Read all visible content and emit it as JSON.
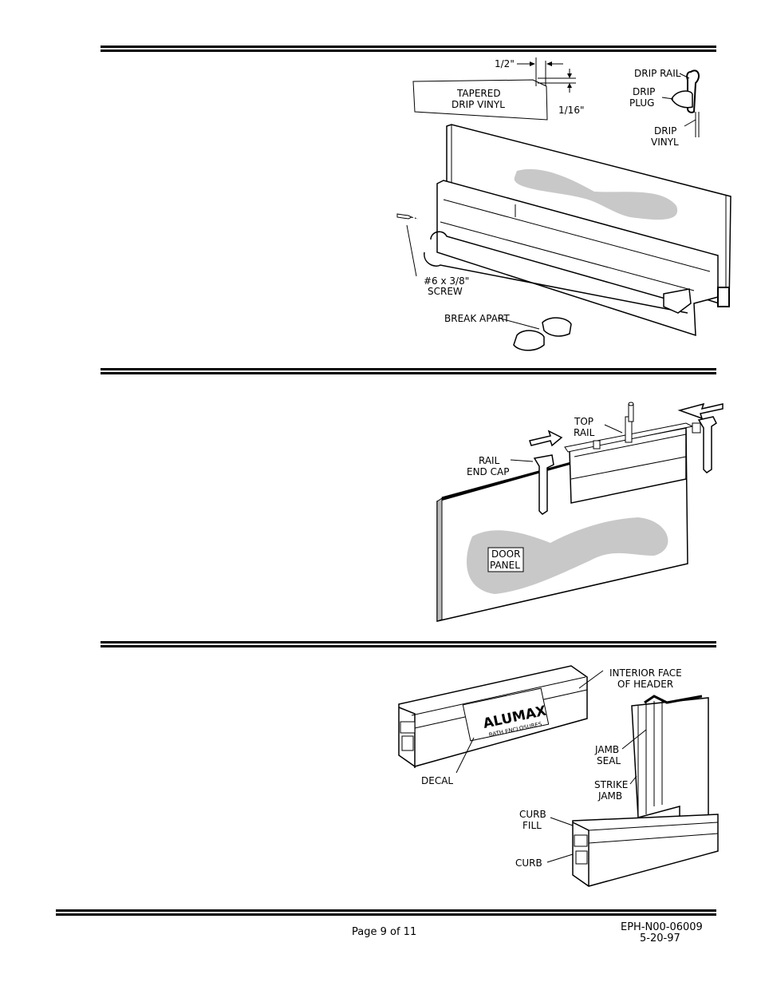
{
  "figure1": {
    "tapered_drip_vinyl_line1": "TAPERED",
    "tapered_drip_vinyl_line2": "DRIP VINYL",
    "dim_half": "1/2\"",
    "dim_sixteenth": "1/16\"",
    "drip_rail": "DRIP RAIL",
    "drip_plug_line1": "DRIP",
    "drip_plug_line2": "PLUG",
    "drip_vinyl_line1": "DRIP",
    "drip_vinyl_line2": "VINYL",
    "screw_line1": "#6 x 3/8\"",
    "screw_line2": "SCREW",
    "break_apart": "BREAK APART"
  },
  "figure2": {
    "top_rail_line1": "TOP",
    "top_rail_line2": "RAIL",
    "rail_end_cap_line1": "RAIL",
    "rail_end_cap_line2": "END CAP",
    "door_panel_line1": "DOOR",
    "door_panel_line2": "PANEL"
  },
  "figure3": {
    "interior_face_line1": "INTERIOR  FACE",
    "interior_face_line2": "OF  HEADER",
    "logo_brand": "ALUMAX",
    "logo_sub": "BATH ENCLOSURES",
    "decal": "DECAL",
    "jamb_seal_line1": "JAMB",
    "jamb_seal_line2": "SEAL",
    "strike_jamb_line1": "STRIKE",
    "strike_jamb_line2": "JAMB",
    "curb_fill_line1": "CURB",
    "curb_fill_line2": "FILL",
    "curb": "CURB"
  },
  "footer": {
    "page": "Page 9 of 11",
    "doc_number": "EPH-N00-06009",
    "date": "5-20-97"
  }
}
